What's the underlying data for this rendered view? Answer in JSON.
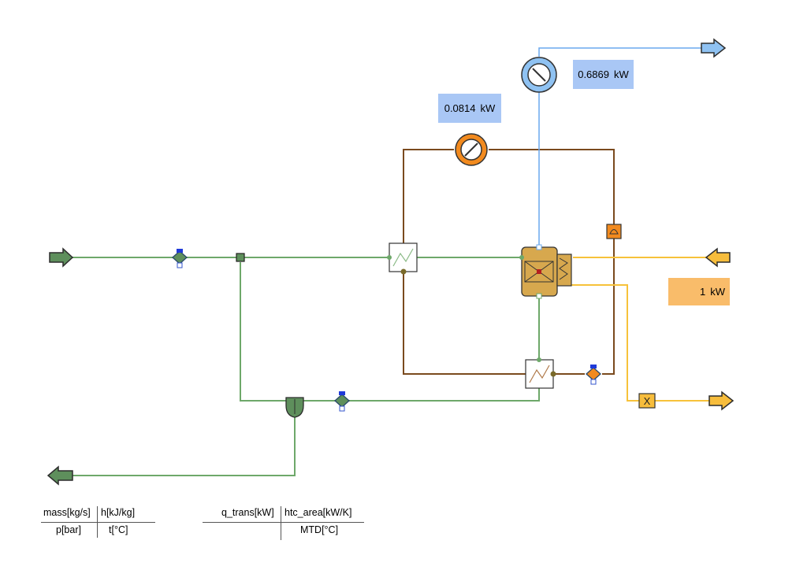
{
  "labels": {
    "motor_power": {
      "value": "0.0814",
      "unit": "kW"
    },
    "power_out": {
      "value": "0.6869",
      "unit": "kW"
    },
    "heat_input": {
      "value": "1",
      "unit": "kW"
    }
  },
  "legend_streams": {
    "top_left": "mass[kg/s]",
    "top_right": "h[kJ/kg]",
    "bottom_left": "p[bar]",
    "bottom_right": "t[°C]"
  },
  "legend_heat": {
    "top_left": "q_trans[kW]",
    "top_right": "htc_area[kW/K]",
    "bottom_right": "MTD[°C]"
  },
  "colors": {
    "green_line": "#6ea86a",
    "green_fill": "#5e8f5c",
    "brown_line": "#7a4a1e",
    "orange_fill": "#f28a1e",
    "blue_line": "#6aa8ee",
    "blue_fill": "#8fc2f2",
    "yellow_line": "#f7c23a",
    "yellow_fill": "#f7bd3c",
    "tan_fill": "#d7a84e",
    "label_blue": "#a9c7f5",
    "label_orange": "#f9bc6a"
  }
}
